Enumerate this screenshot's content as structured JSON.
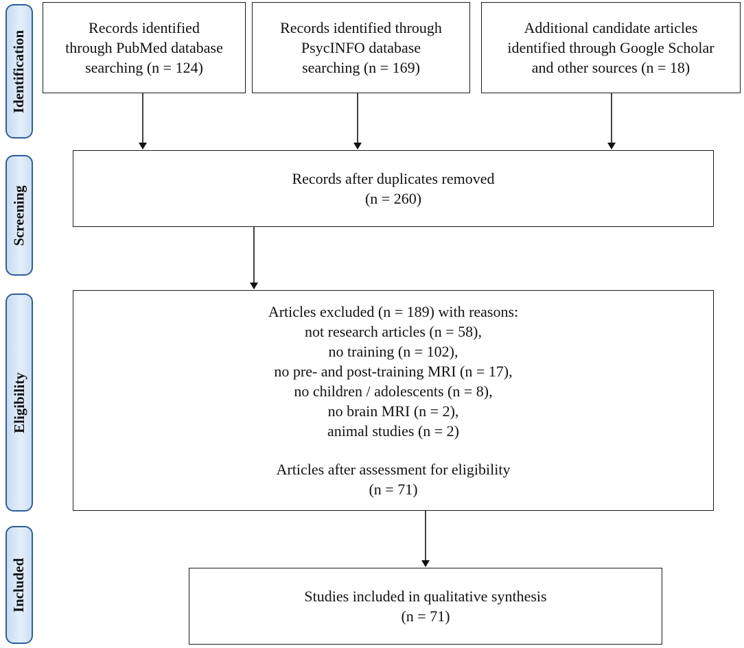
{
  "phases": [
    "Identification",
    "Screening",
    "Eligibility",
    "Included"
  ],
  "boxes": {
    "pubmed": [
      "Records identified",
      "through PubMed database",
      "searching (n = 124)"
    ],
    "psycinfo": [
      "Records identified through",
      "PsycINFO database",
      "searching (n = 169)"
    ],
    "additional": [
      "Additional candidate articles",
      "identified through Google Scholar",
      "and other sources (n = 18)"
    ],
    "screening": [
      "Records after duplicates removed",
      "(n = 260)"
    ],
    "eligibility_reasons": [
      "Articles excluded (n = 189) with reasons:",
      "not research articles (n = 58),",
      "no training (n = 102),",
      "no pre- and post-training MRI (n = 17),",
      "no children / adolescents (n = 8),",
      "no brain MRI (n = 2),",
      "animal studies (n = 2)"
    ],
    "eligibility_result": [
      "Articles after assessment for eligibility",
      "(n = 71)"
    ],
    "included": [
      "Studies included in qualitative synthesis",
      "(n = 71)"
    ]
  },
  "colors": {
    "phase_fill": "#d6e5f6",
    "phase_border": "#2c5d98",
    "box_border": "#1a1a1a"
  }
}
